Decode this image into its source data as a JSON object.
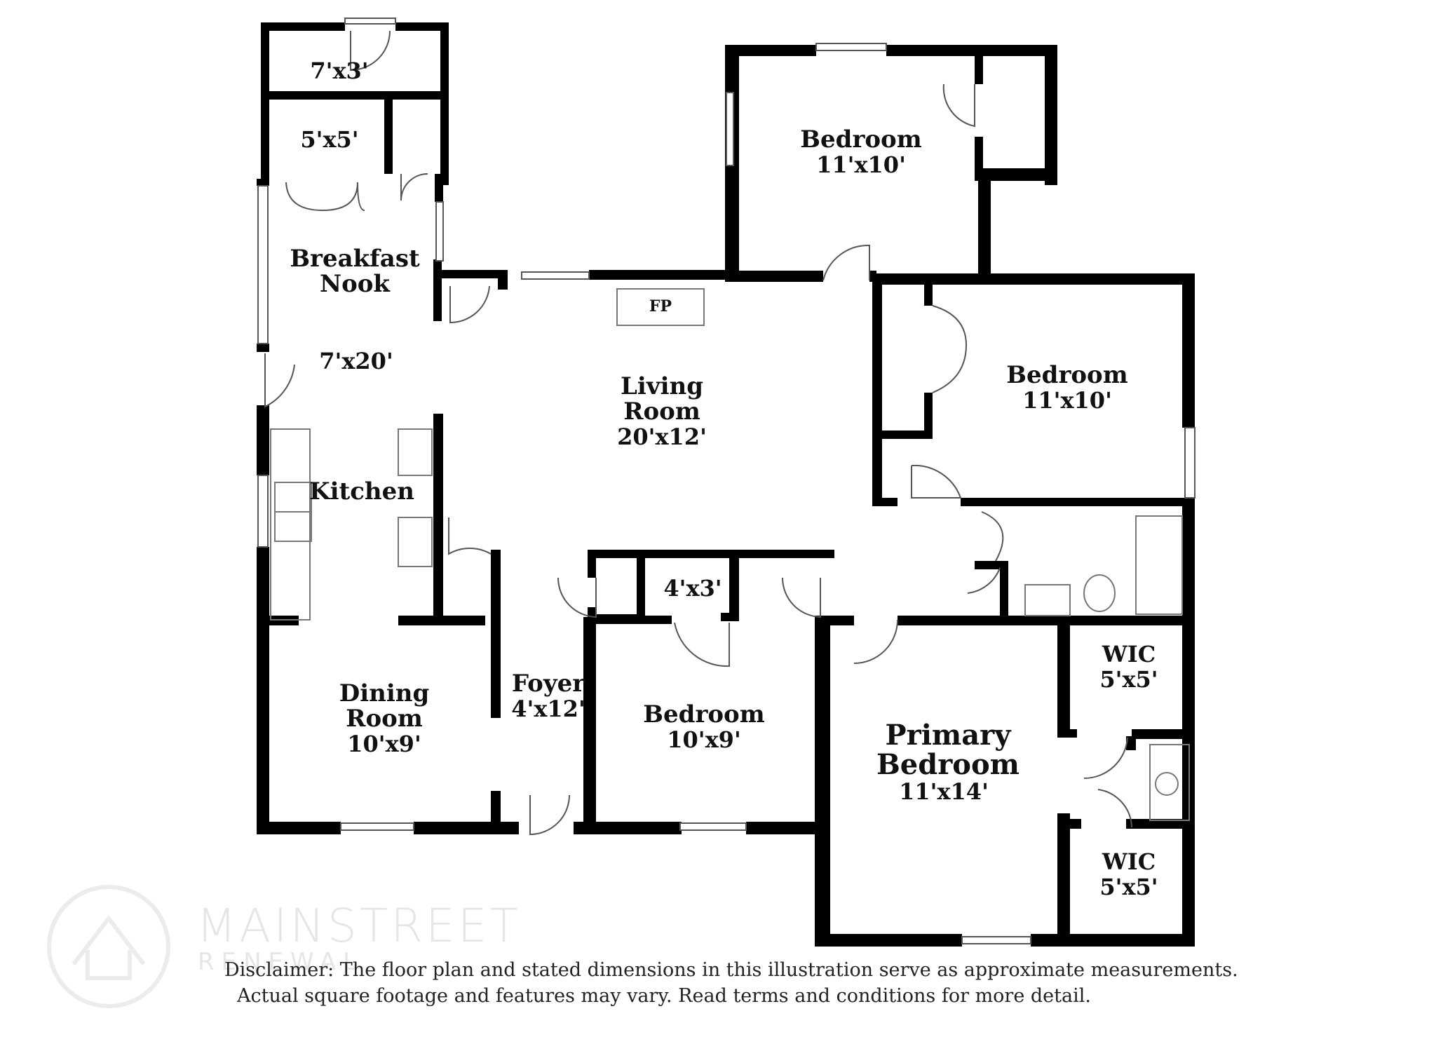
{
  "rooms": {
    "closet_top": {
      "label": "",
      "dims": "7'x3'"
    },
    "pantry": {
      "label": "",
      "dims": "5'x5'"
    },
    "breakfast_nook": {
      "label_line1": "Breakfast",
      "label_line2": "Nook",
      "dims": "7'x20'"
    },
    "kitchen": {
      "label": "Kitchen"
    },
    "living_room": {
      "label_line1": "Living",
      "label_line2": "Room",
      "dims": "20'x12'"
    },
    "fireplace": {
      "label": "FP"
    },
    "bedroom_top": {
      "label": "Bedroom",
      "dims": "11'x10'"
    },
    "bedroom_right": {
      "label": "Bedroom",
      "dims": "11'x10'"
    },
    "dining_room": {
      "label_line1": "Dining",
      "label_line2": "Room",
      "dims": "10'x9'"
    },
    "foyer": {
      "label": "Foyer",
      "dims": "4'x12'"
    },
    "closet_mid": {
      "dims": "4'x3'"
    },
    "bedroom_bottom": {
      "label": "Bedroom",
      "dims": "10'x9'"
    },
    "primary_bedroom": {
      "label_line1": "Primary",
      "label_line2": "Bedroom",
      "dims": "11'x14'"
    },
    "wic_top": {
      "label": "WIC",
      "dims": "5'x5'"
    },
    "wic_bottom": {
      "label": "WIC",
      "dims": "5'x5'"
    }
  },
  "disclaimer": {
    "line1": "Disclaimer: The floor plan and stated dimensions in this illustration serve as approximate measurements.",
    "line2": "Actual square footage and features may vary. Read terms and conditions for more detail."
  },
  "watermark": {
    "name": "MAINSTREET",
    "sub": "RENEWAL"
  },
  "colors": {
    "wall": "#000000",
    "fixture": "#777777",
    "background": "#ffffff"
  }
}
